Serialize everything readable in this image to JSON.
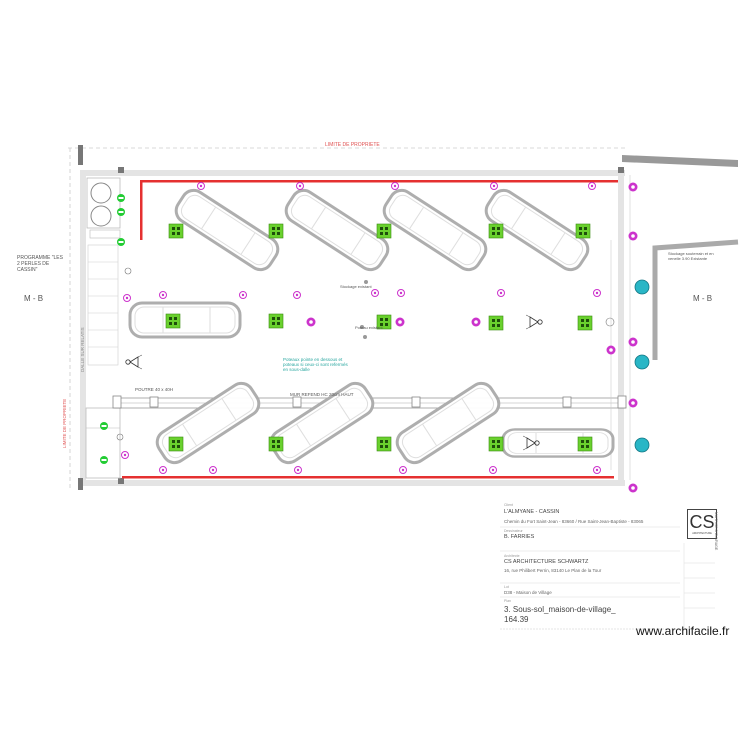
{
  "plan": {
    "limit_top": "LIMITE DE PROPRIETE",
    "limit_left": "LIMITE DE PROPRIETE",
    "programme": "PROGRAMME \"LES 2 PERLES DE CASSIN\"",
    "section_left": "M - B",
    "section_right": "M - B",
    "dalle_label": "DALLE SUR RELATIS",
    "poutre_label": "POUTRE 40 x 40H",
    "mur_label": "MUR REFEND HC 20cm HAUT",
    "note_hotel": "Poteaux pointe en dessous et poteaux si ceux-ci sont refermés en sous-dalle",
    "note_center_a": "Poteau existant",
    "note_center_b": "Stockage existant",
    "note_right": "Stockage souterrain et en venelle 3.90 Existante",
    "colors": {
      "wall": "#e53030",
      "parking_marker": "#6ad12e",
      "sprinkler": "#cc33cc",
      "fan": "#29b6c6",
      "car": "#bbbbbb"
    }
  },
  "cartouche": {
    "client_label": "Client",
    "client": "L'ALMYANE - CASSIN",
    "address": "Chemin du Fort Saint-Jean - 83660 / Rue Saint-Jean-Baptiste - 83065",
    "drawer_label": "Dessinateur",
    "drawer": "B. FARRIES",
    "architect_label": "Architecte",
    "architect": "CS ARCHITECTURE SCHWARTZ",
    "architect_address": "16, rue Philibert Perrin, 83140 Le Plan de la Tour",
    "lot_label": "Lot",
    "lot": "D38 - Maison de Village",
    "plan_label": "Plan",
    "plan_name": "3. Sous-sol_maison-de-village_",
    "plan_number": "164.39",
    "logo": "CS",
    "logo_sub": "ARCHITECTURE",
    "logo_vertical": "MAITRISE D'OUVRAGE"
  },
  "watermark": "www.archifacile.fr"
}
